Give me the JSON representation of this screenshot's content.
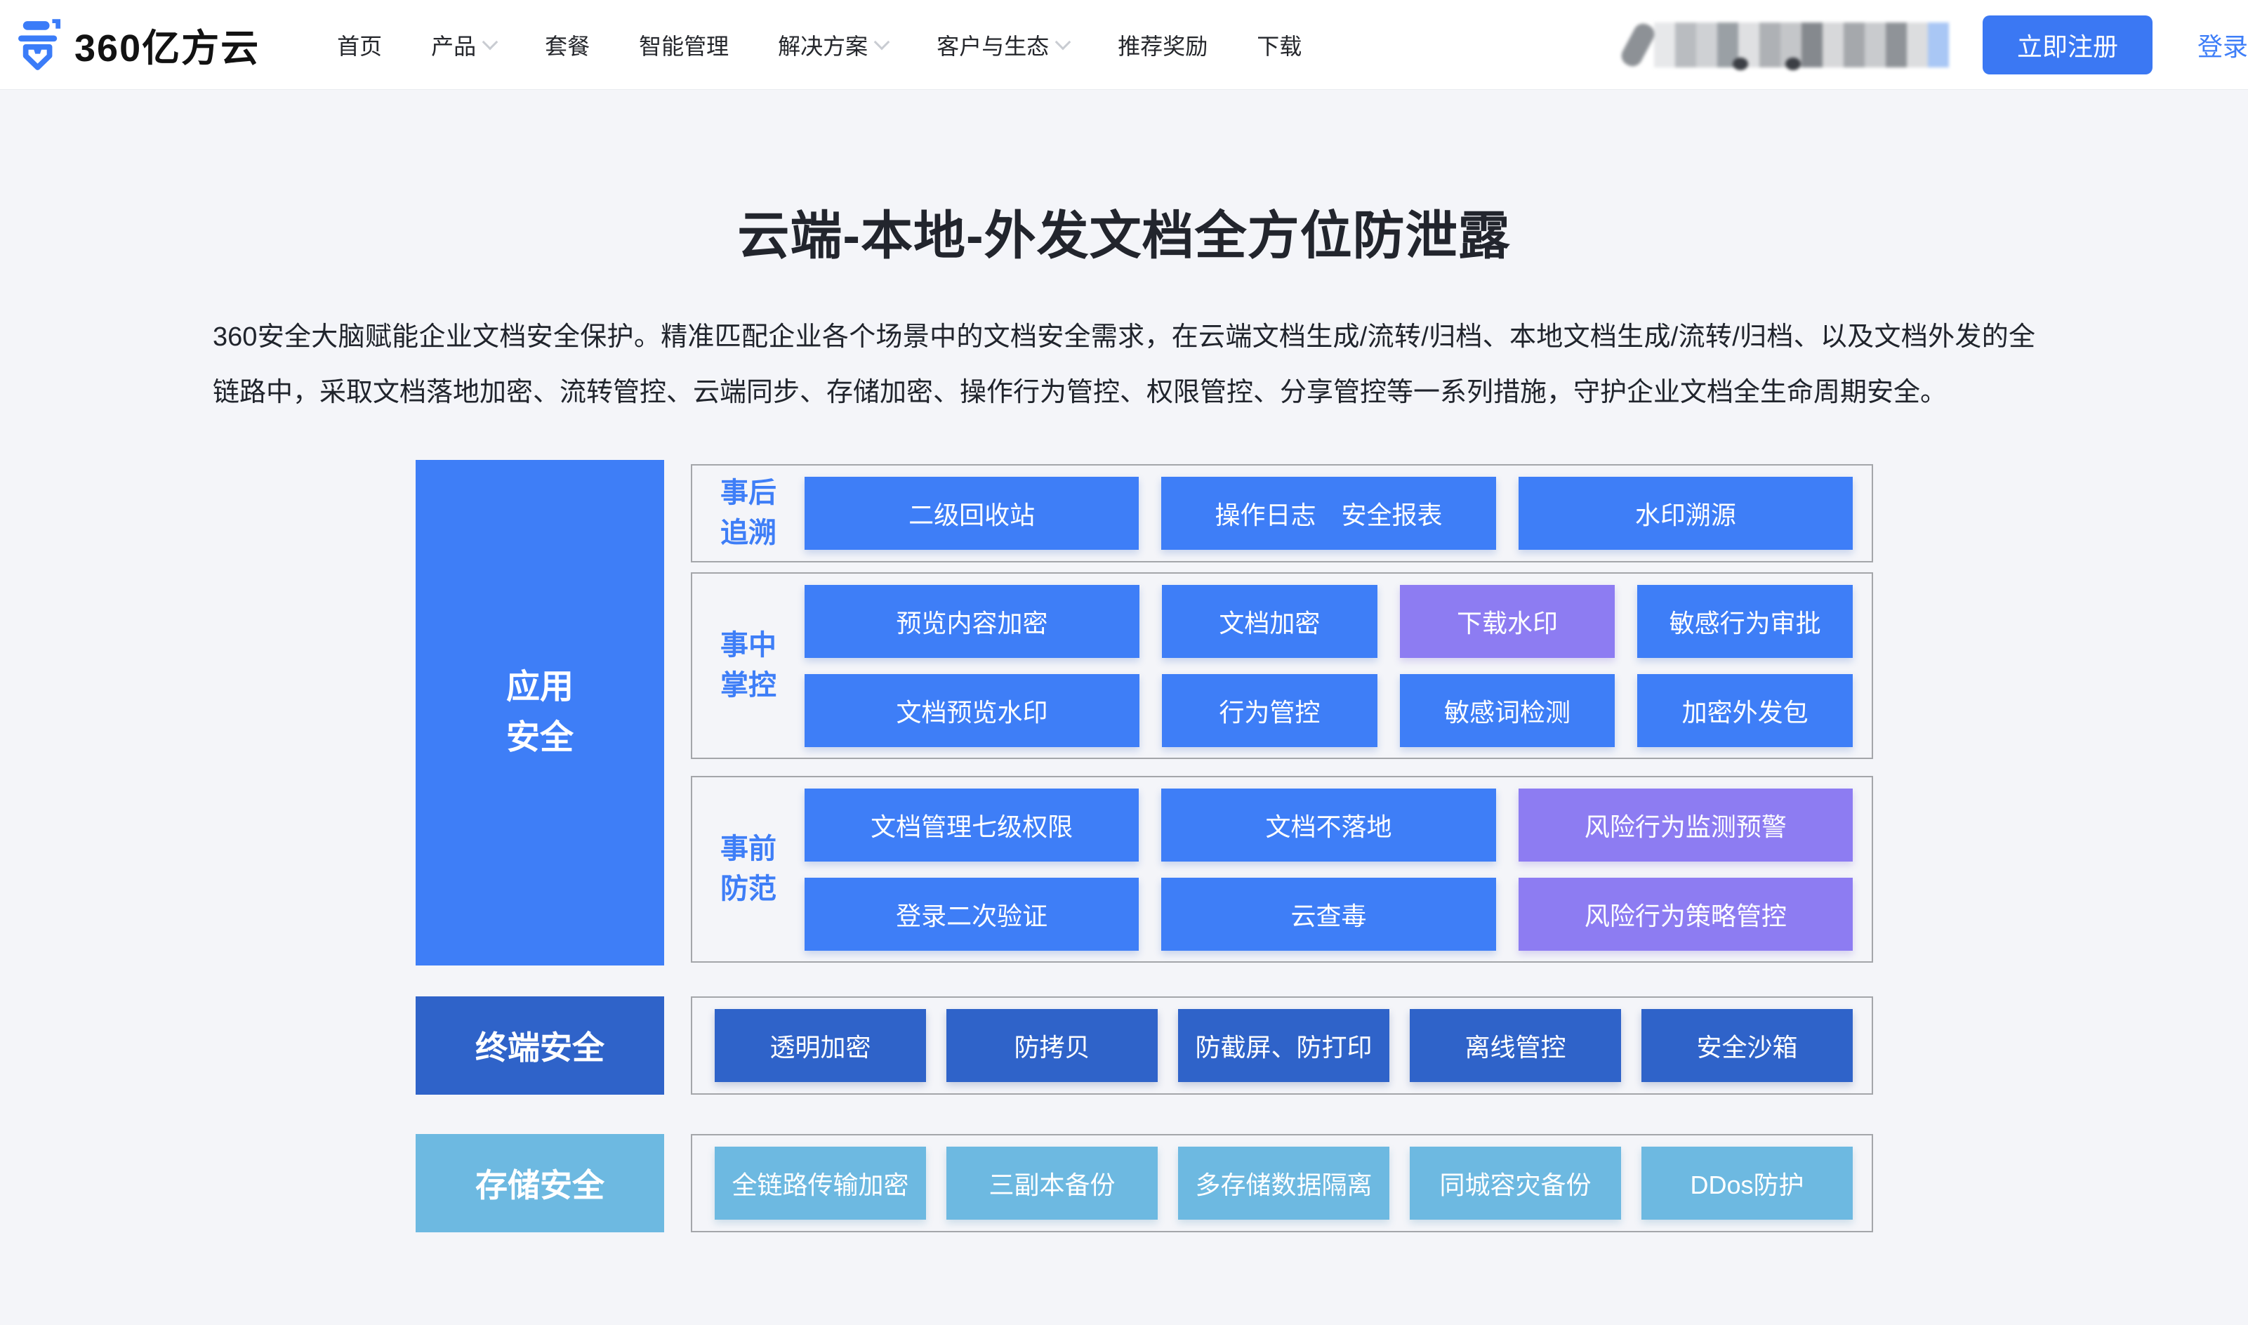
{
  "header": {
    "logo_text": "360亿方云",
    "nav": [
      {
        "label": "首页",
        "has_dropdown": false
      },
      {
        "label": "产品",
        "has_dropdown": true
      },
      {
        "label": "套餐",
        "has_dropdown": false
      },
      {
        "label": "智能管理",
        "has_dropdown": false
      },
      {
        "label": "解决方案",
        "has_dropdown": true
      },
      {
        "label": "客户与生态",
        "has_dropdown": true
      },
      {
        "label": "推荐奖励",
        "has_dropdown": false
      },
      {
        "label": "下载",
        "has_dropdown": false
      }
    ],
    "register_label": "立即注册",
    "login_label": "登录"
  },
  "hero": {
    "title": "云端-本地-外发文档全方位防泄露",
    "description": "360安全大脑赋能企业文档安全保护。精准匹配企业各个场景中的文档安全需求，在云端文档生成/流转/归档、本地文档生成/流转/归档、以及文档外发的全链路中，采取文档落地加密、流转管控、云端同步、存储加密、操作行为管控、权限管控、分享管控等一系列措施，守护企业文档全生命周期安全。"
  },
  "diagram": {
    "app_box": {
      "line1": "应用",
      "line2": "安全"
    },
    "afterward": {
      "label_line1": "事后",
      "label_line2": "追溯",
      "buttons": [
        {
          "label": "二级回收站",
          "variant": "blue"
        },
        {
          "label": "操作日志　安全报表",
          "variant": "blue"
        },
        {
          "label": "水印溯源",
          "variant": "blue"
        }
      ]
    },
    "during": {
      "label_line1": "事中",
      "label_line2": "掌控",
      "row1": [
        {
          "label": "预览内容加密",
          "variant": "blue"
        },
        {
          "label": "文档加密",
          "variant": "blue"
        },
        {
          "label": "下载水印",
          "variant": "purple"
        },
        {
          "label": "敏感行为审批",
          "variant": "blue"
        }
      ],
      "row2": [
        {
          "label": "文档预览水印",
          "variant": "blue"
        },
        {
          "label": "行为管控",
          "variant": "blue"
        },
        {
          "label": "敏感词检测",
          "variant": "blue"
        },
        {
          "label": "加密外发包",
          "variant": "blue"
        }
      ]
    },
    "beforehand": {
      "label_line1": "事前",
      "label_line2": "防范",
      "row1": [
        {
          "label": "文档管理七级权限",
          "variant": "blue"
        },
        {
          "label": "文档不落地",
          "variant": "blue"
        },
        {
          "label": "风险行为监测预警",
          "variant": "purple"
        }
      ],
      "row2": [
        {
          "label": "登录二次验证",
          "variant": "blue"
        },
        {
          "label": "云查毒",
          "variant": "blue"
        },
        {
          "label": "风险行为策略管控",
          "variant": "purple"
        }
      ]
    },
    "terminal": {
      "label": "终端安全",
      "buttons": [
        "透明加密",
        "防拷贝",
        "防截屏、防打印",
        "离线管控",
        "安全沙箱"
      ]
    },
    "storage": {
      "label": "存储安全",
      "buttons": [
        "全链路传输加密",
        "三副本备份",
        "多存储数据隔离",
        "同城容灾备份",
        "DDos防护"
      ]
    }
  },
  "colors": {
    "primary_blue": "#3e7ef7",
    "purple": "#8d7cf2",
    "dark_blue": "#2f63c9",
    "light_blue": "#6db9e1",
    "page_bg": "#f4f5f9",
    "register_button": "#3b78f3"
  }
}
